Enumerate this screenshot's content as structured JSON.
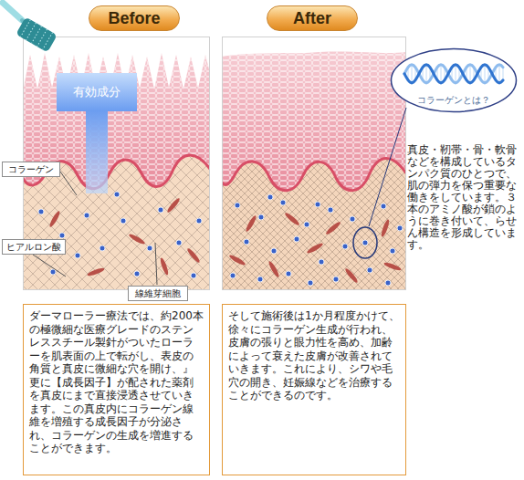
{
  "diagram": {
    "nodes": [
      {
        "text": [
          "Before"
        ]
      },
      {
        "text": [
          "After"
        ]
      },
      {
        "text": [
          "有効成分"
        ]
      },
      {
        "text": [
          "コラーゲンとは？"
        ]
      },
      {
        "text": [
          "コラーゲン"
        ]
      },
      {
        "text": [
          "ヒアルロン酸"
        ]
      },
      {
        "text": [
          "線維芽細胞"
        ]
      },
      {
        "text": [
          "ダーマローラー療法では、約200本の極微細な医療グレードのステンレススチール製針がついたローラーを肌表面の上で転がし、表皮の角質と真皮に微細な穴を開け、』更に【成長因子】が配された薬剤を真皮にまで直接浸透させていきます。この真皮内にコラーゲン線維を増殖する成長因子が分泌され、コラーゲンの生成を増進することができます。"
        ]
      },
      {
        "text": [
          "そして施術後は1か月程度かけて、徐々にコラーゲン生成が行われ、皮膚の張りと眼力性を高め、加齢によって衰えた皮膚が改善されていきます。これにより、シワや毛穴の開き、妊娠線などを治療することができるのです。"
        ]
      }
    ],
    "labels": [
      "真皮・靭帯・骨・軟骨などを構成しているタンパク質のひとつで、肌の弾力を保つ重要な働きをしています。３本のアミノ酸が鎖のように巻き付いて、らせん構造を形成しています。"
    ]
  }
}
